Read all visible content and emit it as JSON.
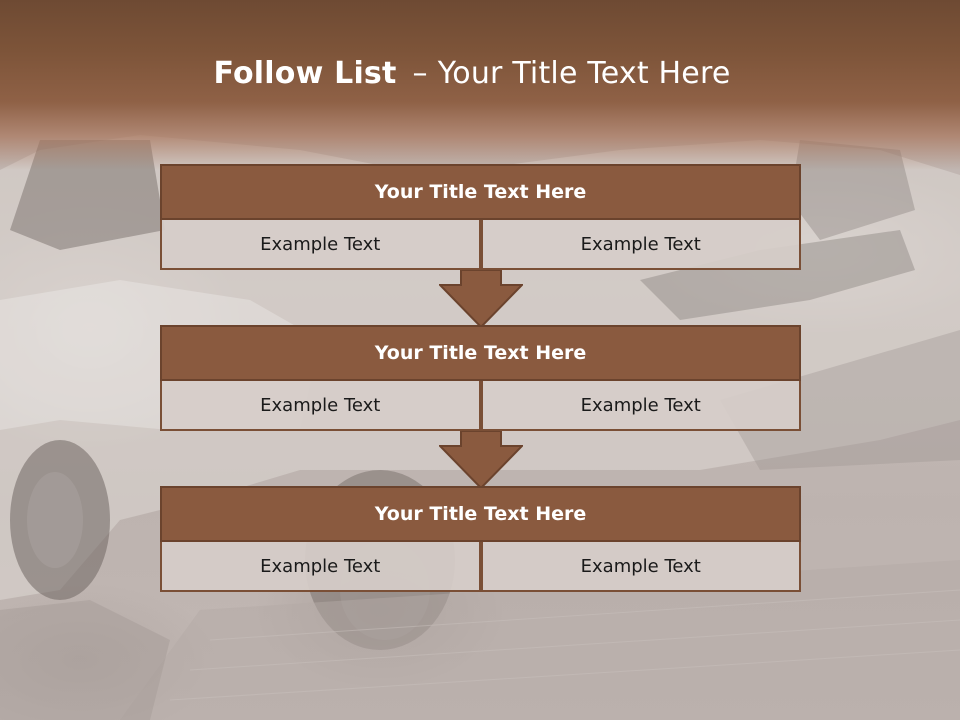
{
  "slide": {
    "title_bold": "Follow List",
    "title_separator": "–",
    "title_rest": "Your Title Text Here"
  },
  "blocks": [
    {
      "title": "Your Title Text Here",
      "cells": [
        "Example Text",
        "Example Text"
      ]
    },
    {
      "title": "Your Title Text Here",
      "cells": [
        "Example Text",
        "Example Text"
      ]
    },
    {
      "title": "Your Title Text Here",
      "cells": [
        "Example Text",
        "Example Text"
      ]
    }
  ],
  "colors": {
    "header_brown": "#7d5439",
    "block_title_fill": "#8a5a3f",
    "block_border": "#6b432d",
    "cell_fill": "#d6cdc9",
    "arrow_fill": "#8a5a3f"
  },
  "icons": [
    "down-arrow-icon"
  ]
}
